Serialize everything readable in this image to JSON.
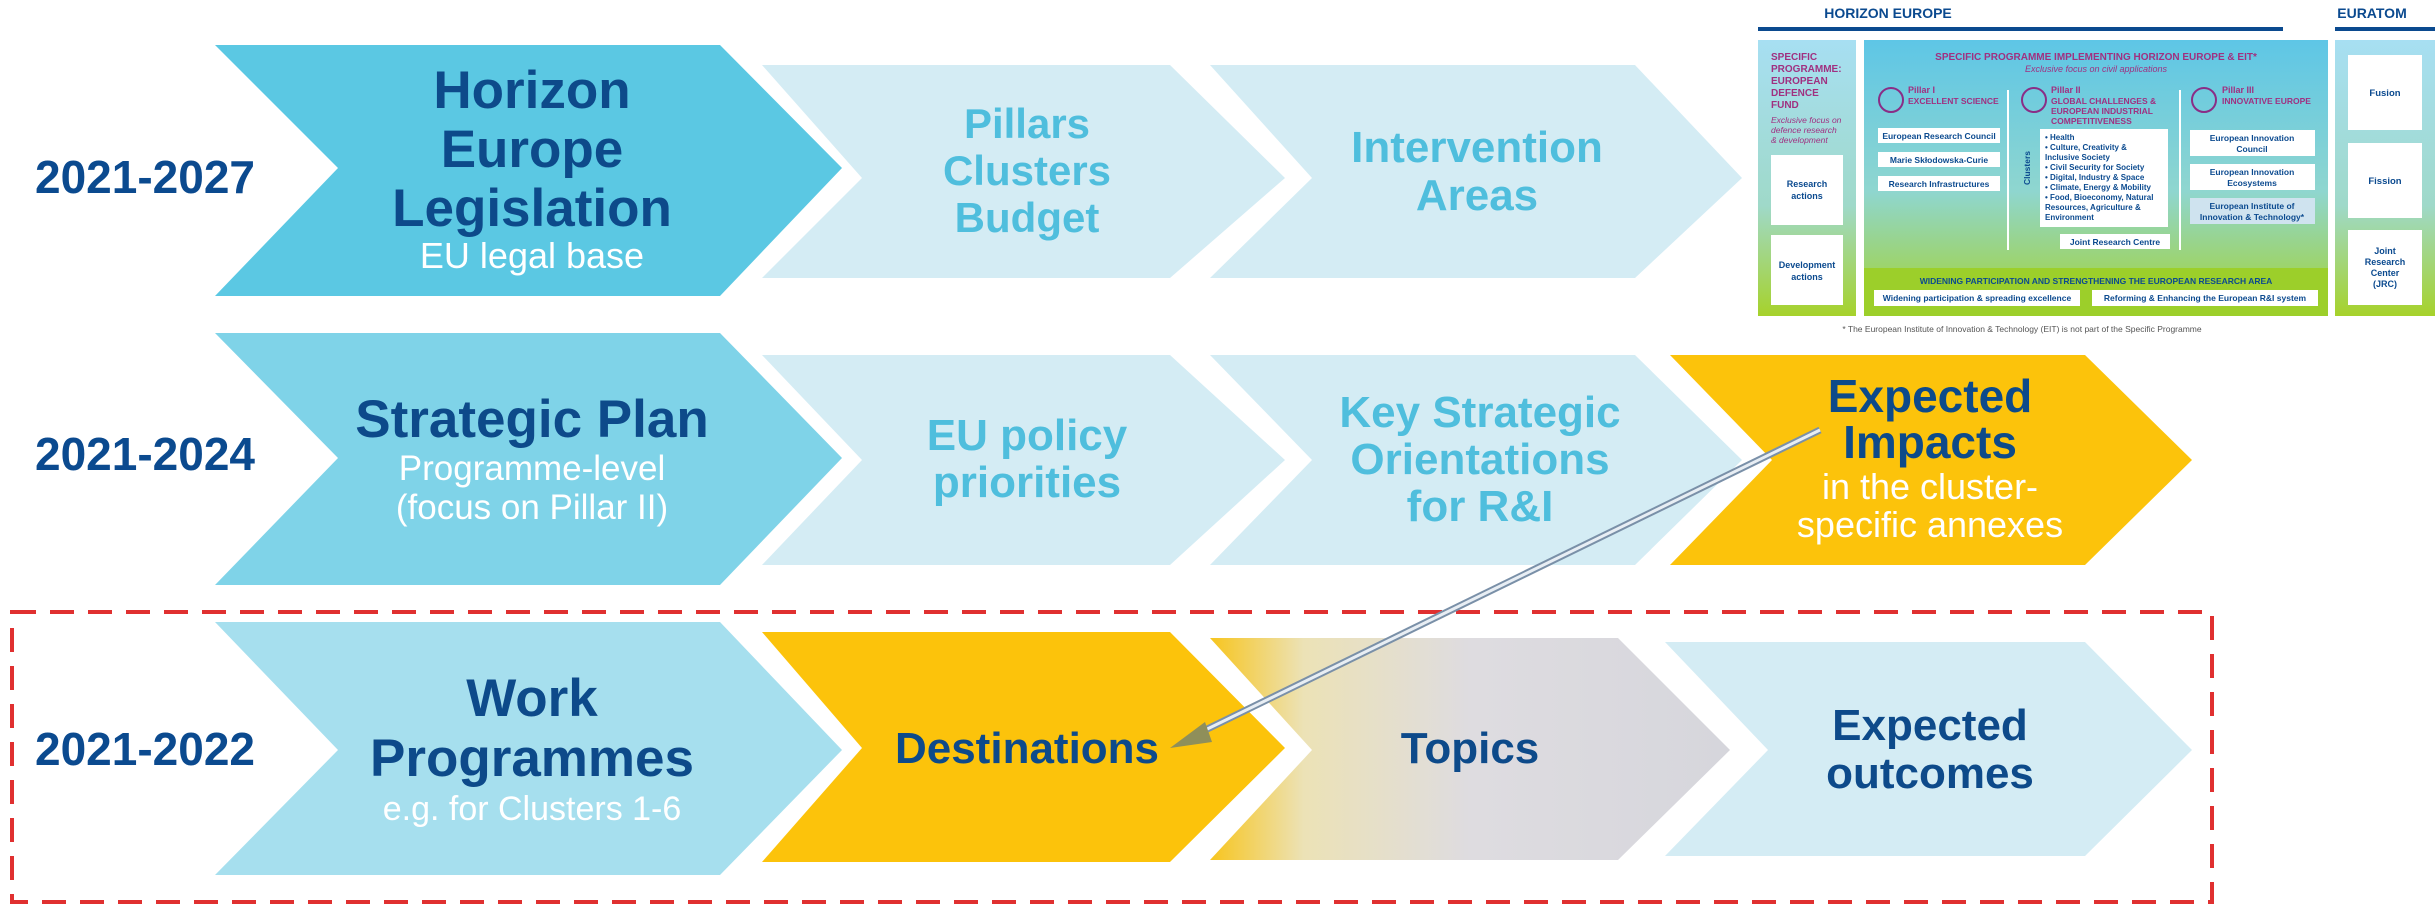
{
  "rows": [
    {
      "year": "2021-2027",
      "main": {
        "title_lines": [
          "Horizon",
          "Europe",
          "Legislation"
        ],
        "subtitle_lines": [
          "EU legal base"
        ]
      },
      "steps": [
        {
          "lines": [
            "Pillars",
            "Clusters",
            "Budget"
          ]
        },
        {
          "lines": [
            "Intervention",
            "Areas"
          ]
        }
      ]
    },
    {
      "year": "2021-2024",
      "main": {
        "title_lines": [
          "Strategic Plan"
        ],
        "subtitle_lines": [
          "Programme-level",
          "(focus on Pillar II)"
        ]
      },
      "steps": [
        {
          "lines": [
            "EU policy",
            "priorities"
          ]
        },
        {
          "lines": [
            "Key Strategic",
            "Orientations",
            "for R&I"
          ]
        },
        {
          "title_lines": [
            "Expected",
            "Impacts"
          ],
          "subtitle_lines": [
            "in the cluster-",
            "specific annexes"
          ]
        }
      ]
    },
    {
      "year": "2021-2022",
      "main": {
        "title_lines": [
          "Work",
          "Programmes"
        ],
        "subtitle_lines": [
          "e.g. for Clusters 1-6"
        ]
      },
      "steps": [
        {
          "lines": [
            "Destinations"
          ]
        },
        {
          "lines": [
            "Topics"
          ]
        },
        {
          "lines": [
            "Expected",
            "outcomes"
          ]
        }
      ]
    }
  ],
  "he_structure": {
    "header": "HORIZON EUROPE",
    "euratom": {
      "header": "EURATOM",
      "items": [
        "Fusion",
        "Fission",
        "Joint",
        "Research",
        "Center",
        "(JRC)"
      ]
    },
    "defence": {
      "title_lines": [
        "SPECIFIC",
        "PROGRAMME:",
        "EUROPEAN",
        "DEFENCE",
        "FUND"
      ],
      "note_lines": [
        "Exclusive focus on",
        "defence research",
        "& development"
      ],
      "boxes": [
        "Research",
        "actions",
        "Development",
        "actions"
      ]
    },
    "sp_title": "SPECIFIC PROGRAMME IMPLEMENTING HORIZON EUROPE & EIT*",
    "sp_subtitle": "Exclusive focus on civil applications",
    "pillar1": {
      "name": "Pillar I",
      "title": "EXCELLENT SCIENCE",
      "items": [
        "European Research Council",
        "Marie Skłodowska-Curie",
        "Research Infrastructures"
      ]
    },
    "pillar2": {
      "name": "Pillar II",
      "title_lines": [
        "GLOBAL CHALLENGES &",
        "EUROPEAN INDUSTRIAL",
        "COMPETITIVENESS"
      ],
      "clusters_label": "Clusters",
      "clusters": [
        "• Health",
        "• Culture, Creativity &",
        "  Inclusive Society",
        "• Civil Security for Society",
        "• Digital, Industry & Space",
        "• Climate, Energy & Mobility",
        "• Food, Bioeconomy, Natural",
        "  Resources, Agriculture &",
        "  Environment"
      ],
      "jrc": "Joint Research Centre"
    },
    "pillar3": {
      "name": "Pillar III",
      "title": "INNOVATIVE EUROPE",
      "items": [
        "European Innovation",
        "Council",
        "European Innovation",
        "Ecosystems",
        "European Institute of",
        "Innovation & Technology*"
      ]
    },
    "widening": {
      "title": "WIDENING PARTICIPATION AND STRENGTHENING THE EUROPEAN RESEARCH AREA",
      "items": [
        "Widening participation & spreading excellence",
        "Reforming & Enhancing the European R&I system"
      ]
    },
    "footnote": "* The European Institute of Innovation & Technology (EIT) is not part of the Specific Programme"
  },
  "colors": {
    "year_text": "#0b4a8f",
    "main_row1": "#5bc8e3",
    "main_row2": "#7fd3e8",
    "main_row3": "#a6dfee",
    "pale_step": "#d4ecf4",
    "highlight": "#fcc30b",
    "topics_gray": "#d8d8de",
    "dashed_border": "#e03030"
  }
}
